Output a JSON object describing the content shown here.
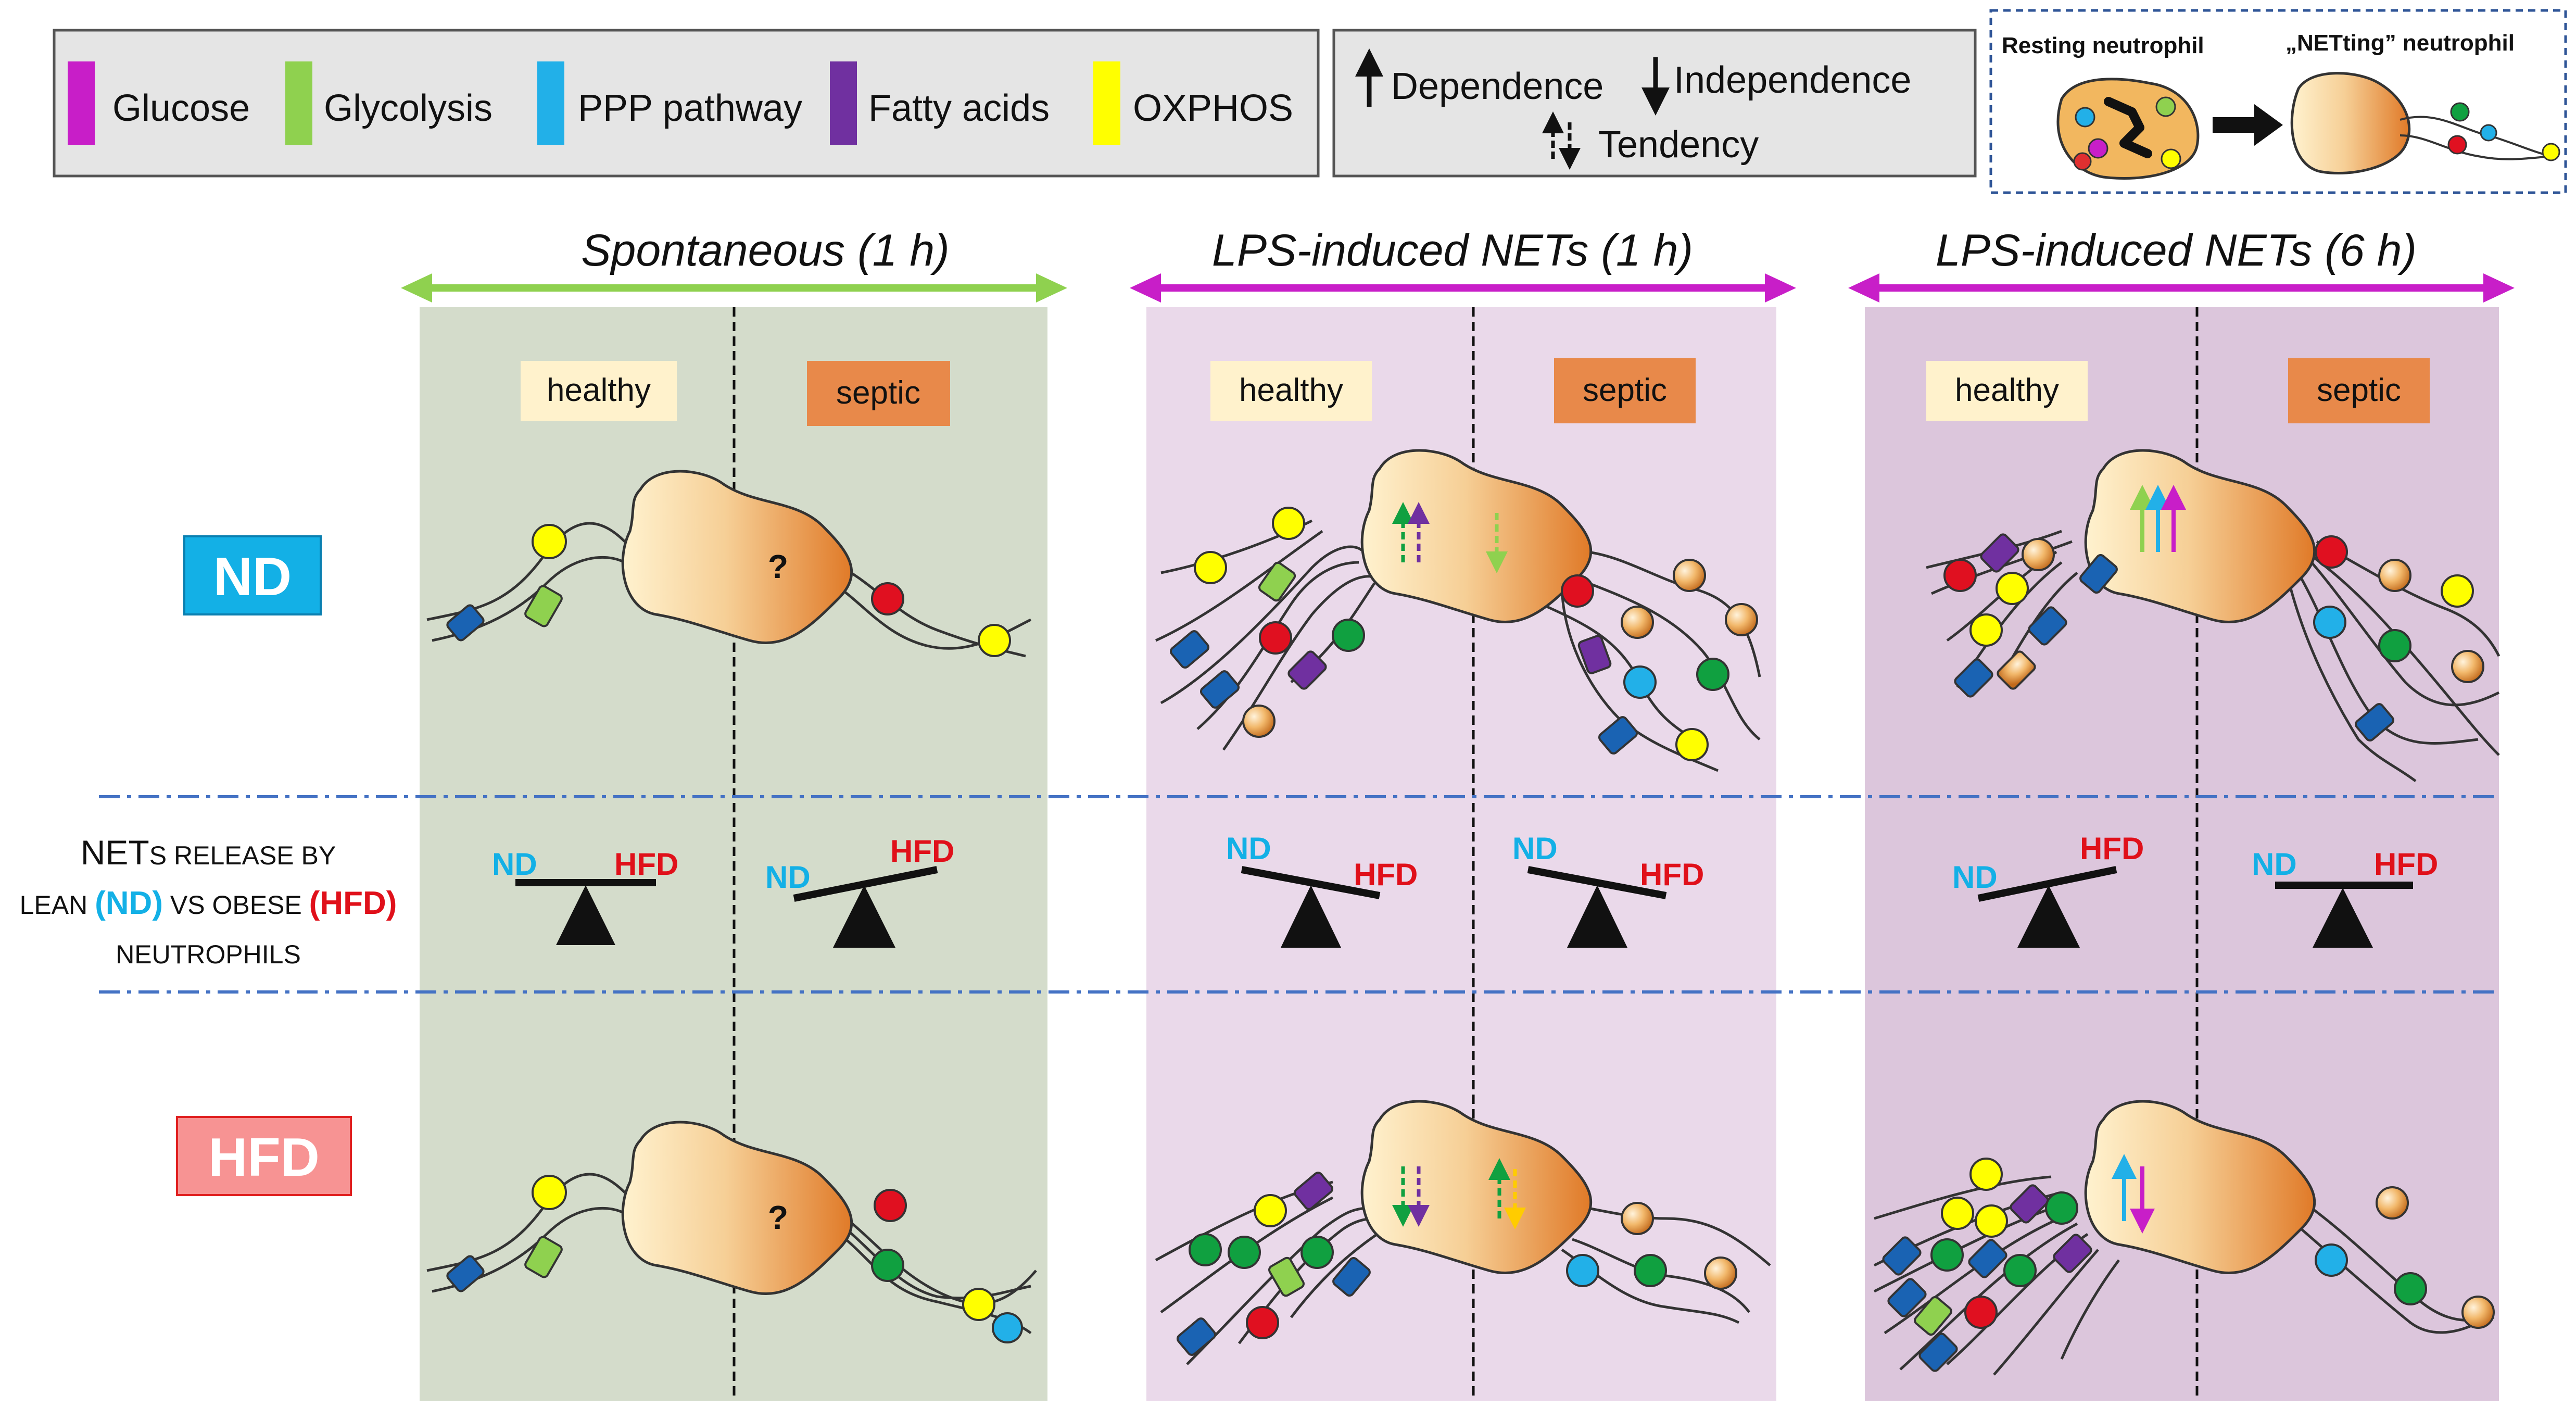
{
  "legend": {
    "items": [
      {
        "label": "Glucose",
        "color": "#c81ec8"
      },
      {
        "label": "Glycolysis",
        "color": "#8fd14f"
      },
      {
        "label": "PPP pathway",
        "color": "#22b0e8"
      },
      {
        "label": "Fatty acids",
        "color": "#7030a0"
      },
      {
        "label": "OXPHOS",
        "color": "#ffff00"
      }
    ],
    "dependence": "Dependence",
    "independence": "Independence",
    "tendency": "Tendency",
    "resting": "Resting neutrophil",
    "netting": "„NETting” neutrophil"
  },
  "columns": [
    {
      "title": "Spontaneous (1 h)",
      "color": "#8fd14f",
      "bg": "#d4dccb"
    },
    {
      "title": "LPS-induced NETs (1 h)",
      "color": "#c81ec8",
      "bg": "#ead9ea"
    },
    {
      "title": "LPS-induced NETs (6 h)",
      "color": "#c81ec8",
      "bg": "#dcc6dc"
    }
  ],
  "labels": {
    "healthy": "healthy",
    "septic": "septic",
    "question": "?",
    "nd": "ND",
    "hfd": "HFD"
  },
  "rows": {
    "nd": {
      "label": "ND",
      "color": "#13b0e6"
    },
    "hfd": {
      "label": "HFD",
      "color": "#f79393"
    }
  },
  "side": {
    "line1a": "NET",
    "line1b": "S RELEASE BY",
    "line2a": "LEAN ",
    "line2b": "(ND)",
    "line2c": " VS OBESE ",
    "line2d": "(HFD)",
    "line3": "NEUTROPHILS"
  }
}
